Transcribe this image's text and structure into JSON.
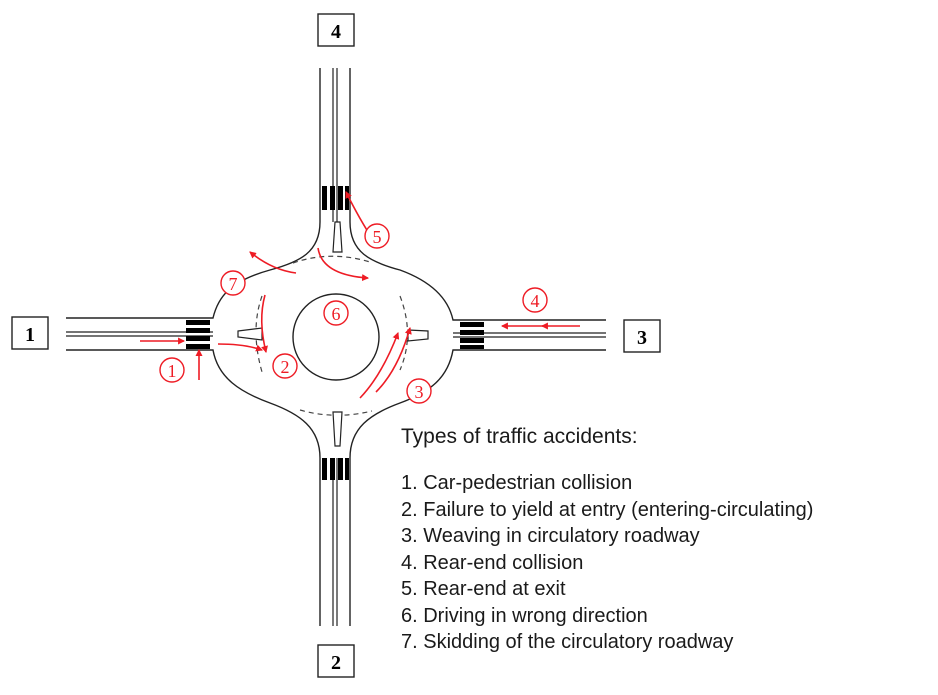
{
  "colors": {
    "accident": "#ee1c25",
    "road": "#222222",
    "dash": "#555555"
  },
  "approaches": [
    "1",
    "2",
    "3",
    "4"
  ],
  "accident_markers": [
    "1",
    "2",
    "3",
    "4",
    "5",
    "6",
    "7"
  ],
  "legend": {
    "title": "Types of traffic accidents:",
    "items": [
      "1. Car-pedestrian collision",
      "2. Failure to yield at entry (entering-circulating)",
      "3. Weaving in circulatory roadway",
      "4. Rear-end collision",
      "5. Rear-end at exit",
      "6. Driving in wrong direction",
      "7. Skidding of the circulatory roadway"
    ]
  }
}
